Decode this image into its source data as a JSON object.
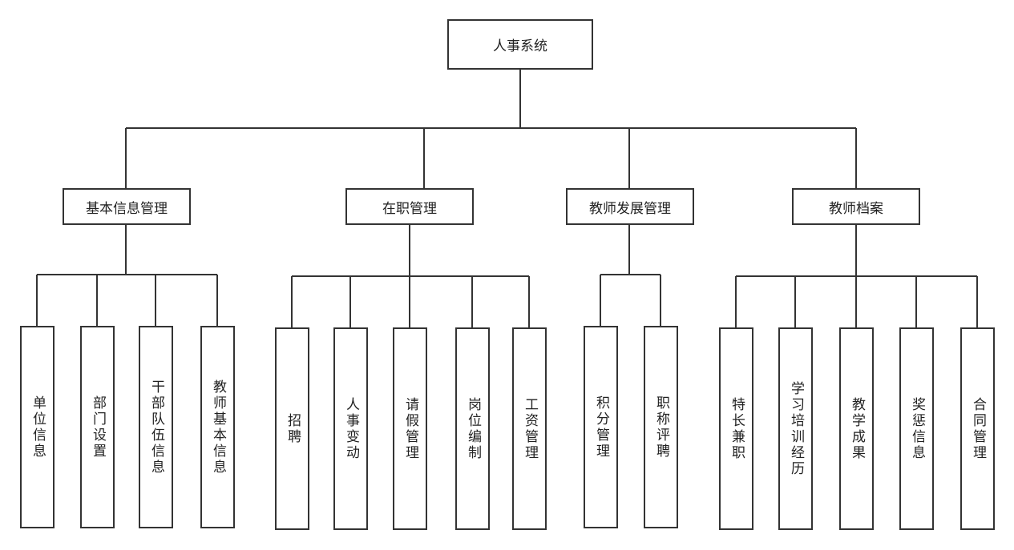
{
  "root": {
    "label": "人事系统"
  },
  "branches": [
    {
      "label": "基本信息管理",
      "children": [
        "单位信息",
        "部门设置",
        "干部队伍信息",
        "教师基本信息"
      ]
    },
    {
      "label": "在职管理",
      "children": [
        "招聘",
        "人事变动",
        "请假管理",
        "岗位编制",
        "工资管理"
      ]
    },
    {
      "label": "教师发展管理",
      "children": [
        "积分管理",
        "职称评聘"
      ]
    },
    {
      "label": "教师档案",
      "children": [
        "特长兼职",
        "学习培训经历",
        "教学成果",
        "奖惩信息",
        "合同管理"
      ]
    }
  ]
}
